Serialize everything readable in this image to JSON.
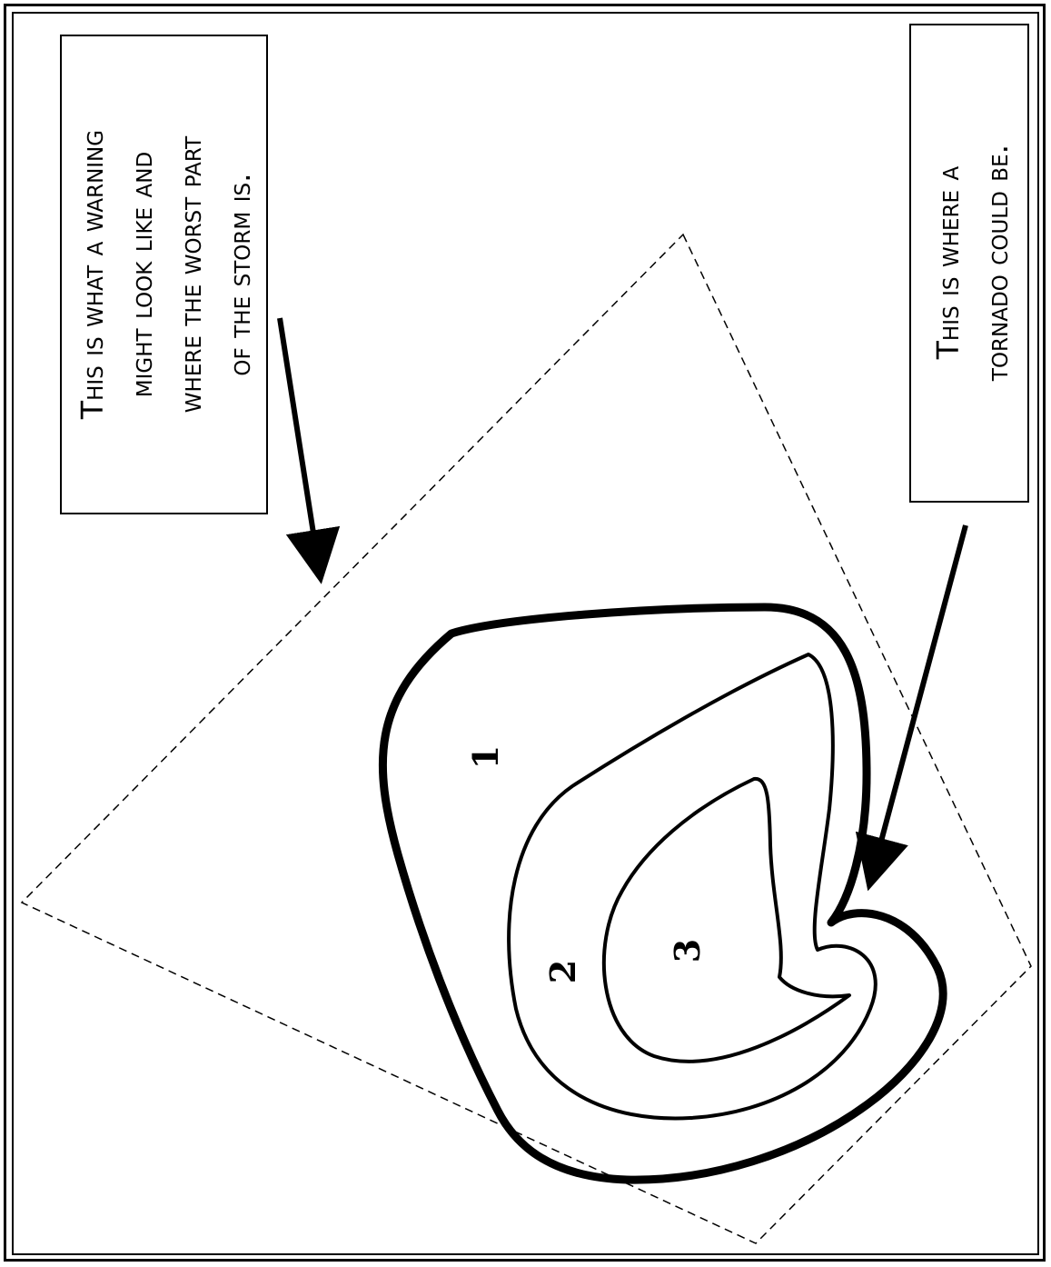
{
  "callouts": {
    "warning": {
      "lines": [
        "This is what a warning",
        "might look like and",
        "where the worst part",
        "of the storm is."
      ]
    },
    "tornado": {
      "lines": [
        "This is where a",
        "tornado could be."
      ]
    }
  },
  "zones": {
    "zone_1": "1",
    "zone_2": "2",
    "zone_3": "3"
  }
}
